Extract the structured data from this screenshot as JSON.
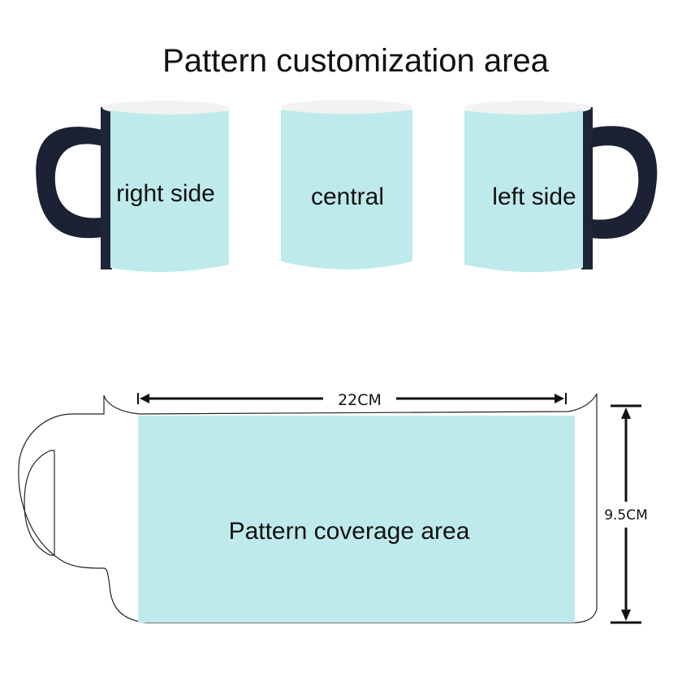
{
  "title": "Pattern customization area",
  "mugs": [
    {
      "label": "right side"
    },
    {
      "label": "central"
    },
    {
      "label": "left side"
    }
  ],
  "diagram": {
    "coverage_label": "Pattern coverage area",
    "width_label": "22CM",
    "height_label": "9.5CM"
  },
  "colors": {
    "print_area": "#bfeaec",
    "handle": "#1c2233",
    "outline": "#222222"
  }
}
